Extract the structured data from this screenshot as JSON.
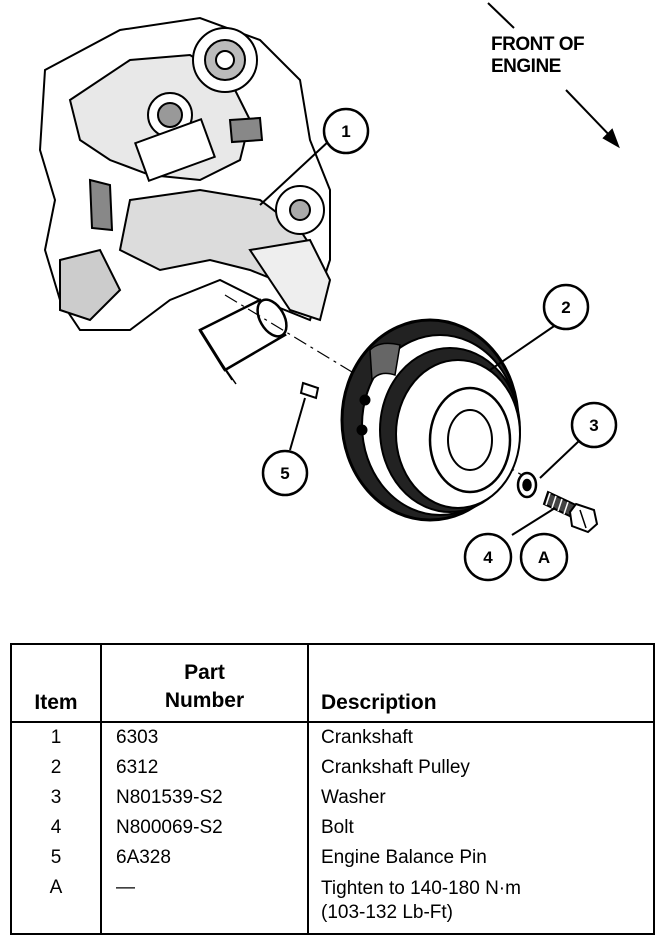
{
  "diagram": {
    "direction_label_line1": "FRONT OF",
    "direction_label_line2": "ENGINE",
    "callouts": [
      {
        "id": "1",
        "label": "1"
      },
      {
        "id": "2",
        "label": "2"
      },
      {
        "id": "3",
        "label": "3"
      },
      {
        "id": "4",
        "label": "4"
      },
      {
        "id": "5",
        "label": "5"
      },
      {
        "id": "A",
        "label": "A"
      }
    ]
  },
  "parts_table": {
    "headers": {
      "item": "Item",
      "part_number_line1": "Part",
      "part_number_line2": "Number",
      "description": "Description"
    },
    "rows": [
      {
        "item": "1",
        "part_number": "6303",
        "description": "Crankshaft",
        "description_line2": ""
      },
      {
        "item": "2",
        "part_number": "6312",
        "description": "Crankshaft Pulley",
        "description_line2": ""
      },
      {
        "item": "3",
        "part_number": "N801539-S2",
        "description": "Washer",
        "description_line2": ""
      },
      {
        "item": "4",
        "part_number": "N800069-S2",
        "description": "Bolt",
        "description_line2": ""
      },
      {
        "item": "5",
        "part_number": "6A328",
        "description": "Engine Balance Pin",
        "description_line2": ""
      },
      {
        "item": "A",
        "part_number": "—",
        "description": "Tighten to 140-180 N·m",
        "description_line2": "(103-132 Lb-Ft)"
      }
    ]
  }
}
